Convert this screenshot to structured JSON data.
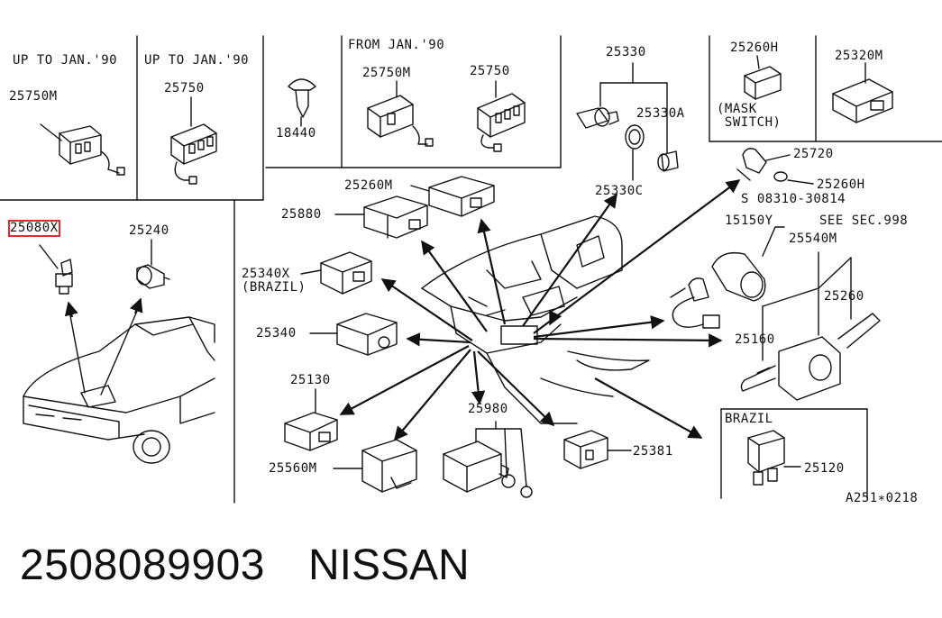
{
  "panels": {
    "up_to_jan_90_a": "UP TO JAN.'90",
    "up_to_jan_90_b": "UP TO JAN.'90",
    "from_jan_90": "FROM JAN.'90",
    "mask_switch": "(MASK\n SWITCH)",
    "brazil_box": "BRAZIL"
  },
  "parts": {
    "p25750M_a": "25750M",
    "p25750_a": "25750",
    "p18440": "18440",
    "p25750M_b": "25750M",
    "p25750_b": "25750",
    "p25330": "25330",
    "p25330A": "25330A",
    "p25330C": "25330C",
    "p25260H_top": "25260H",
    "p25320M": "25320M",
    "p25720": "25720",
    "p25260H_b": "25260H",
    "p08310": "S 08310-30814",
    "p15150Y": "15150Y",
    "see_sec": "SEE SEC.998",
    "p25540M": "25540M",
    "p25260": "25260",
    "p25160": "25160",
    "p25080X": "25080X",
    "p25240": "25240",
    "p25260M": "25260M",
    "p25880": "25880",
    "p25340X": "25340X",
    "p25340X_note": "(BRAZIL)",
    "p25340": "25340",
    "p25130": "25130",
    "p25560M": "25560M",
    "p25980": "25980",
    "p25381": "25381",
    "p25120": "25120",
    "diagram_ref": "A251∗0218"
  },
  "footer": {
    "part_number": "2508089903",
    "brand": "NISSAN"
  },
  "highlight_color": "#e8282a"
}
